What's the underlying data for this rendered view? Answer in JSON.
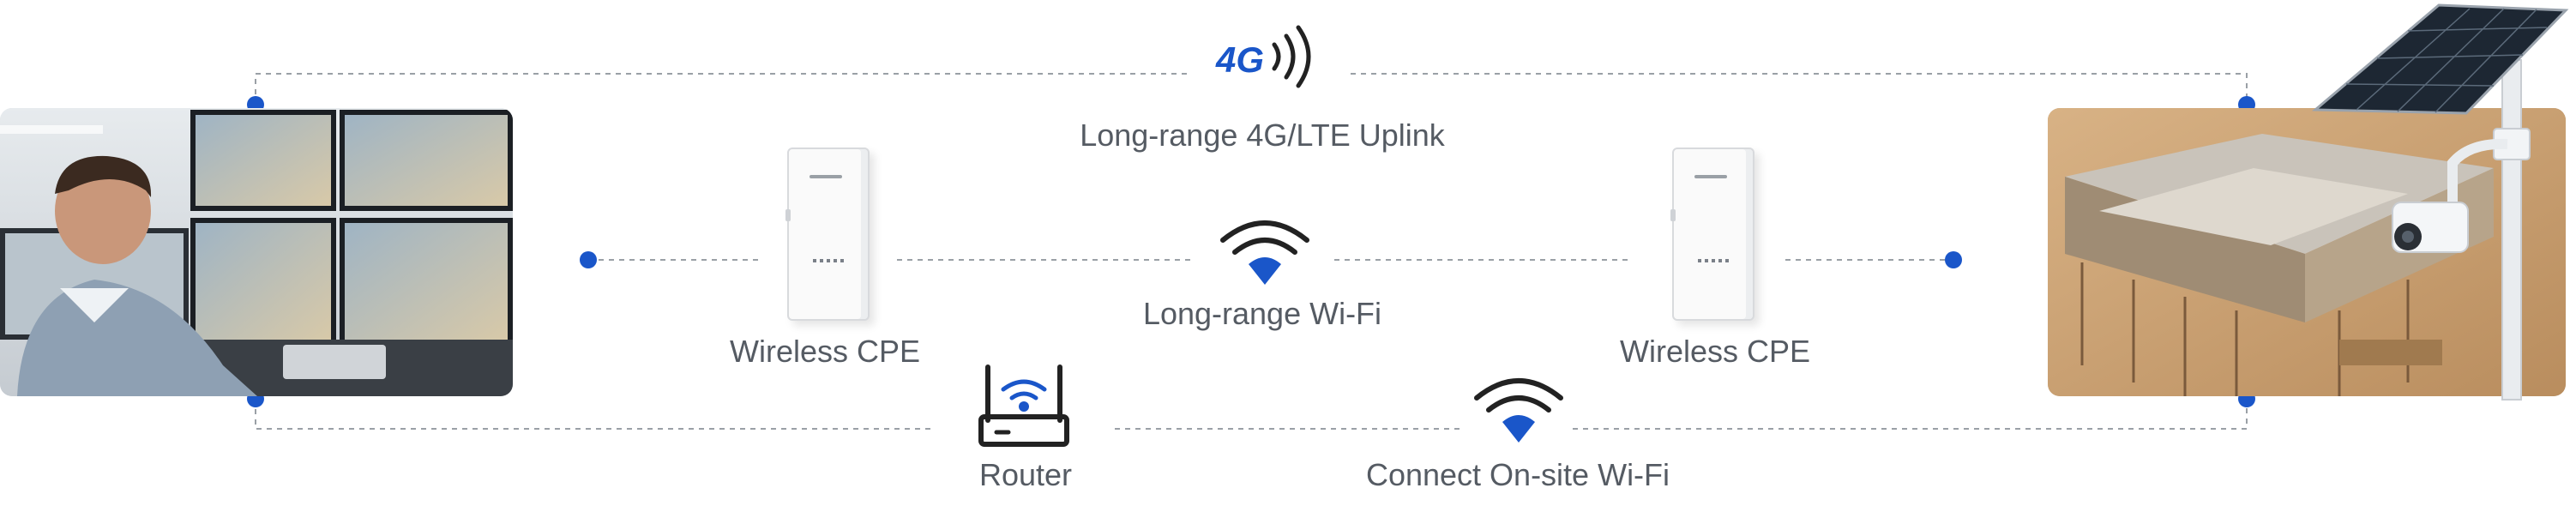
{
  "labels": {
    "uplink_4g": "Long-range 4G/LTE Uplink",
    "longrange_wifi": "Long-range Wi-Fi",
    "cpe_left": "Wireless CPE",
    "cpe_right": "Wireless CPE",
    "router": "Router",
    "onsite_wifi": "Connect On-site Wi-Fi"
  },
  "icons": {
    "uplink_4g_badge": "4G",
    "uplink": "4g-signal-icon",
    "longrange_wifi": "wifi-icon",
    "router": "router-icon",
    "onsite_wifi": "wifi-icon",
    "cpe_left": "wireless-cpe-device",
    "cpe_right": "wireless-cpe-device",
    "left_photo": "monitoring-room-photo",
    "right_photo": "construction-site-solar-camera-photo"
  },
  "colors": {
    "accent": "#1a56c9",
    "line": "#9aa0a6",
    "text": "#555b63",
    "icon_dark": "#222222"
  }
}
